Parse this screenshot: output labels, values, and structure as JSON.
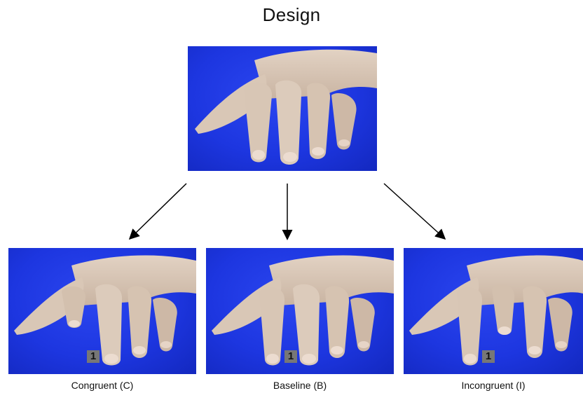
{
  "title": "Design",
  "conditions": [
    {
      "caption": "Congruent (C)",
      "badge": "1",
      "lifted_finger": "index"
    },
    {
      "caption": "Baseline (B)",
      "badge": "1",
      "lifted_finger": "none"
    },
    {
      "caption": "Incongruent (I)",
      "badge": "1",
      "lifted_finger": "middle"
    }
  ],
  "colors": {
    "background": "#1d36e0",
    "skin": "#d7c4b3",
    "arrow": "#000000"
  }
}
